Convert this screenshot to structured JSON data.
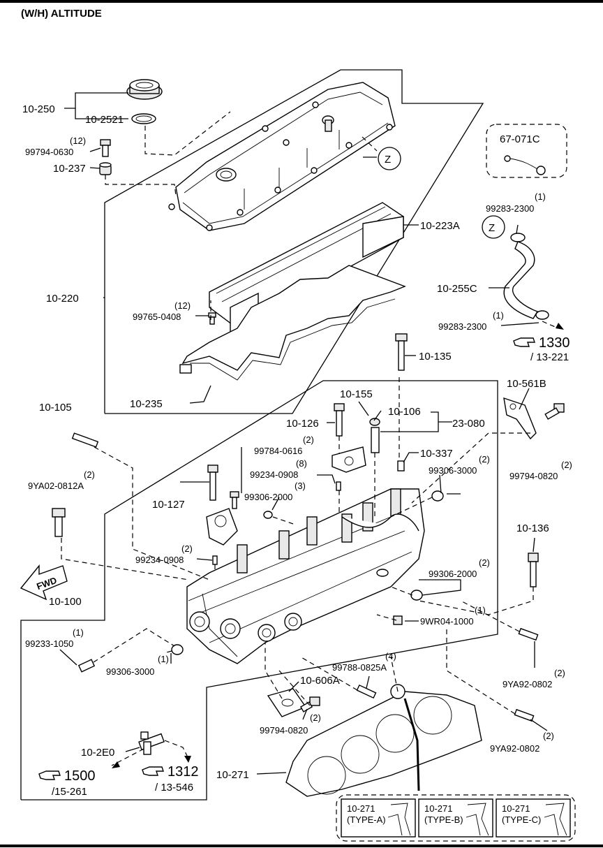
{
  "header": {
    "title": "(W/H) ALTITUDE"
  },
  "callouts": {
    "p10_250": "10-250",
    "p10_2521": "10-2521",
    "q12a": "(12)",
    "p99794_0630": "99794-0630",
    "p10_237": "10-237",
    "z_a": "Z",
    "p67_071c": "67-071C",
    "q1a": "(1)",
    "p99283_2300a": "99283-2300",
    "z_b": "Z",
    "p10_223a": "10-223A",
    "p10_220": "10-220",
    "q12b": "(12)",
    "p99765_0408": "99765-0408",
    "p10_255c": "10-255C",
    "q1b": "(1)",
    "p99283_2300b": "99283-2300",
    "ref1330": "1330",
    "ref13_221": "/ 13-221",
    "p10_135": "10-135",
    "p10_235": "10-235",
    "p10_561b": "10-561B",
    "p10_155": "10-155",
    "p10_106": "10-106",
    "p10_105": "10-105",
    "p10_126": "10-126",
    "p23_080": "23-080",
    "q2a": "(2)",
    "p99784_0616": "99784-0616",
    "p10_337": "10-337",
    "q2b": "(2)",
    "p9ya02_0812a": "9YA02-0812A",
    "q8": "(8)",
    "p99234_0908a": "99234-0908",
    "q2c": "(2)",
    "p99306_3000a": "99306-3000",
    "q2d": "(2)",
    "p99794_0820a": "99794-0820",
    "q3": "(3)",
    "p99306_2000a": "99306-2000",
    "p10_127": "10-127",
    "p10_136": "10-136",
    "q2e": "(2)",
    "p99234_0908b": "99234-0908",
    "q2f": "(2)",
    "p99306_2000b": "99306-2000",
    "fwd": "FWD",
    "p10_100": "10-100",
    "q1c": "(1)",
    "p9wr04_1000": "9WR04-1000",
    "q1d": "(1)",
    "p99233_1050": "99233-1050",
    "q1e": "(1)",
    "p99306_3000b": "99306-3000",
    "q4": "(4)",
    "p99788_0825a": "99788-0825A",
    "p10_606a": "10-606A",
    "q2g": "(2)",
    "p9ya92_0802a": "9YA92-0802",
    "q2h": "(2)",
    "p99794_0820b": "99794-0820",
    "q2i": "(2)",
    "p9ya92_0802b": "9YA92-0802",
    "p10_2e0": "10-2E0",
    "ref1500": "1500",
    "ref15_261": "/15-261",
    "ref1312": "1312",
    "ref13_546": "/ 13-546",
    "p10_271": "10-271"
  },
  "gasket_types": [
    {
      "part": "10-271",
      "type": "(TYPE-A)"
    },
    {
      "part": "10-271",
      "type": "(TYPE-B)"
    },
    {
      "part": "10-271",
      "type": "(TYPE-C)"
    }
  ],
  "icons": [
    "hand-pointer-icon",
    "fwd-arrow-icon"
  ]
}
